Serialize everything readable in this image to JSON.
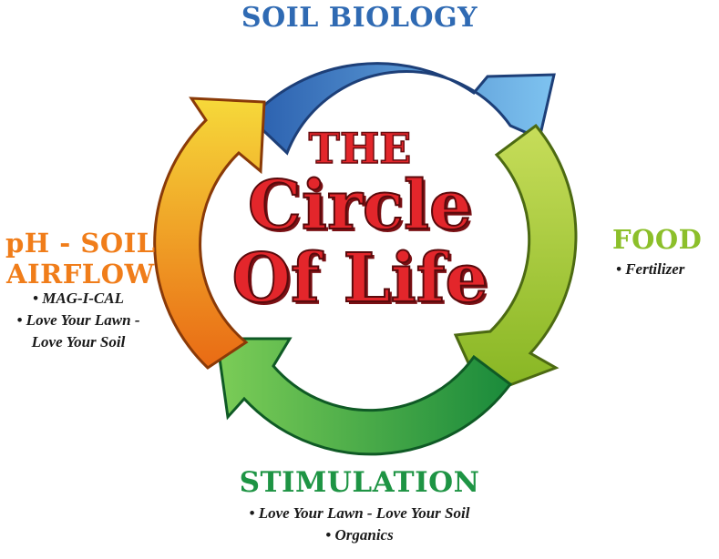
{
  "center": {
    "line1": "THE",
    "line2": "Circle",
    "line3": "Of Life"
  },
  "nodes": {
    "top": {
      "title": "SOIL BIOLOGY",
      "color": "#2f6ab3"
    },
    "right": {
      "title": "FOOD",
      "color": "#8cbf2a",
      "items": [
        "• Fertilizer"
      ]
    },
    "bottom": {
      "title": "STIMULATION",
      "color": "#1e9444",
      "items": [
        "• Love Your Lawn - Love Your Soil",
        "• Organics"
      ]
    },
    "left": {
      "title_line1": "pH - SOIL",
      "title_line2": "AIRFLOW",
      "color": "#f07d1a",
      "items": [
        "• MAG-I-CAL",
        "• Love Your Lawn -",
        "Love Your Soil"
      ]
    }
  },
  "arrow_colors": {
    "blue": "#3a86d6",
    "yellowgreen": "#a8c932",
    "green": "#27a64a",
    "orange": "#f28a1e"
  }
}
